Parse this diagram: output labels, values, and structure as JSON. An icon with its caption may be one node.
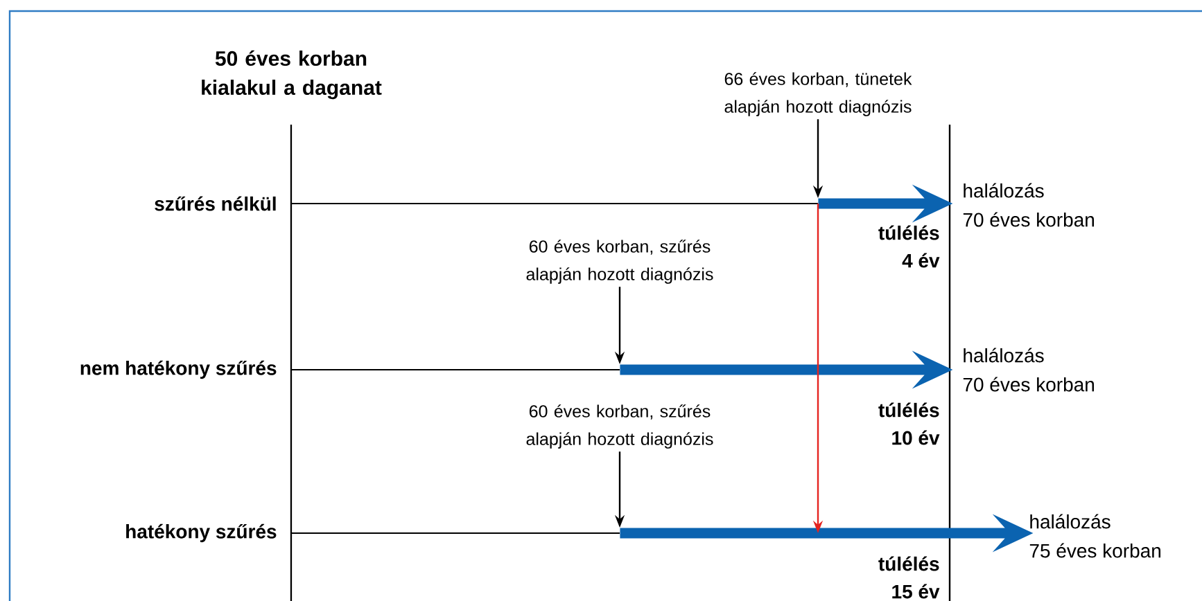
{
  "diagram": {
    "nodes": [
      {
        "text": [
          "50 éves korban kialakul a daganat"
        ]
      },
      {
        "text": [
          "szűrés nélkül"
        ]
      },
      {
        "text": [
          "66 éves korban, tünetek alapján hozott diagnózis"
        ]
      },
      {
        "text": [],
        "shape": "arrow"
      },
      {
        "text": [
          "halálozás",
          "70 éves korban"
        ]
      },
      {
        "text": [
          "túlélés",
          "4 év"
        ]
      },
      {
        "text": [
          "60 éves korban, szűrés alapján hozott diagnózis"
        ]
      },
      {
        "text": [
          "nem hatékony szűrés"
        ]
      },
      {
        "text": [],
        "shape": "arrow"
      },
      {
        "text": [
          "halálozás",
          "70 éves korban"
        ]
      },
      {
        "text": [
          "túlélés",
          "10 év"
        ]
      },
      {
        "text": [
          "60 éves korban, szűrés alapján hozott diagnózis"
        ]
      },
      {
        "text": [
          "hatékony szűrés"
        ]
      },
      {
        "text": [],
        "shape": "arrow"
      },
      {
        "text": [
          "halálozás",
          "75 éves korban"
        ]
      },
      {
        "text": [
          "túlélés",
          "15 év"
        ]
      }
    ],
    "edges": [
      {
        "from": 2,
        "to": 3,
        "arrow": "to"
      },
      {
        "from": 6,
        "to": 8,
        "arrow": "to"
      },
      {
        "from": 11,
        "to": 13,
        "arrow": "to"
      },
      {
        "from": 3,
        "to": 8,
        "arrow": "none",
        "color": "#e52420"
      },
      {
        "from": 8,
        "to": 13,
        "arrow": "to",
        "color": "#e52420"
      }
    ]
  }
}
